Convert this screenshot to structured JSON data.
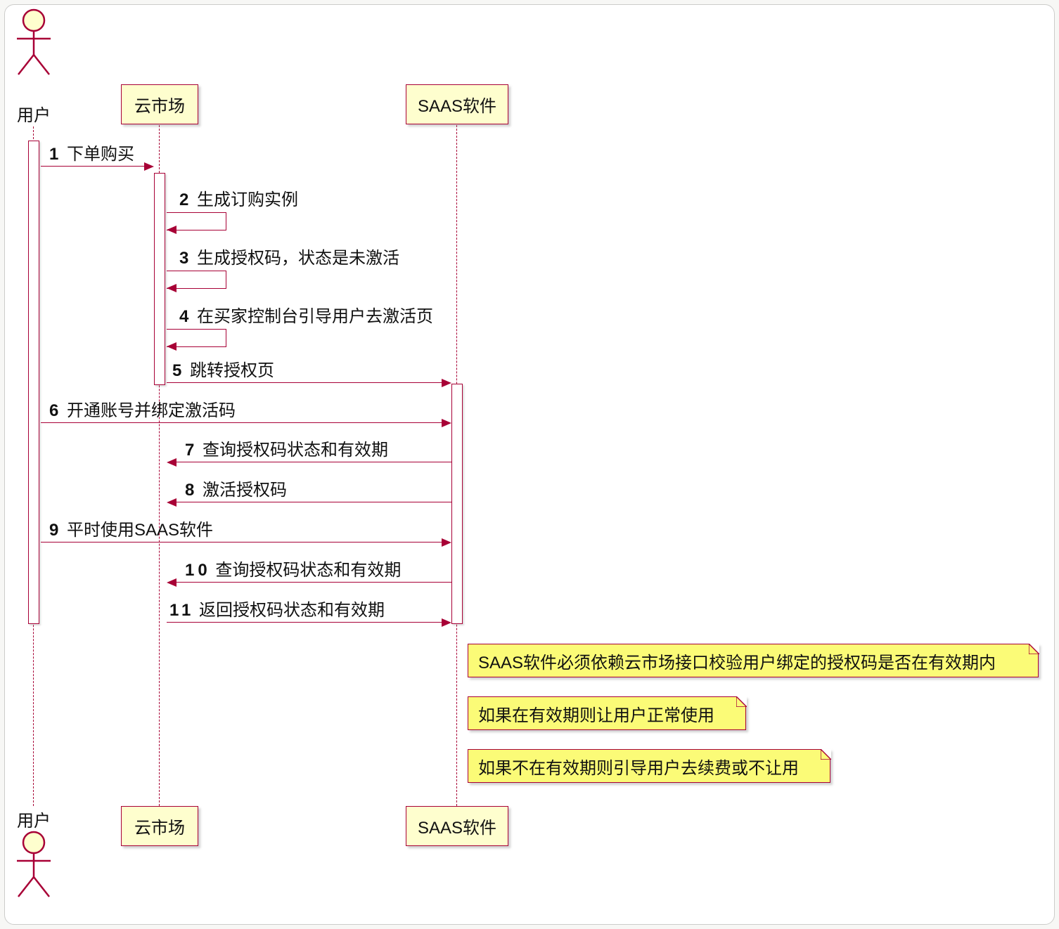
{
  "colors": {
    "accent": "#A80036",
    "participant_bg": "#FEFECE",
    "note_bg": "#FBFB77",
    "activation_bg": "#FFFFFF",
    "canvas_bg": "#FFFFFF",
    "page_bg": "#F7F7F5"
  },
  "participants": {
    "user": {
      "label": "用户",
      "type": "actor"
    },
    "market": {
      "label": "云市场",
      "type": "participant"
    },
    "saas": {
      "label": "SAAS软件",
      "type": "participant"
    }
  },
  "messages": [
    {
      "num": "1",
      "label": "下单购买",
      "from": "user",
      "to": "market"
    },
    {
      "num": "2",
      "label": "生成订购实例",
      "from": "market",
      "to": "market"
    },
    {
      "num": "3",
      "label": "生成授权码，状态是未激活",
      "from": "market",
      "to": "market"
    },
    {
      "num": "4",
      "label": "在买家控制台引导用户去激活页",
      "from": "market",
      "to": "market"
    },
    {
      "num": "5",
      "label": "跳转授权页",
      "from": "market",
      "to": "saas"
    },
    {
      "num": "6",
      "label": "开通账号并绑定激活码",
      "from": "user",
      "to": "saas"
    },
    {
      "num": "7",
      "label": "查询授权码状态和有效期",
      "from": "saas",
      "to": "market"
    },
    {
      "num": "8",
      "label": "激活授权码",
      "from": "saas",
      "to": "market"
    },
    {
      "num": "9",
      "label": "平时使用SAAS软件",
      "from": "user",
      "to": "saas"
    },
    {
      "num": "10",
      "label": "查询授权码状态和有效期",
      "from": "saas",
      "to": "market"
    },
    {
      "num": "11",
      "label": "返回授权码状态和有效期",
      "from": "market",
      "to": "saas"
    }
  ],
  "notes": [
    {
      "text": "SAAS软件必须依赖云市场接口校验用户绑定的授权码是否在有效期内"
    },
    {
      "text": "如果在有效期则让用户正常使用"
    },
    {
      "text": "如果不在有效期则引导用户去续费或不让用"
    }
  ]
}
